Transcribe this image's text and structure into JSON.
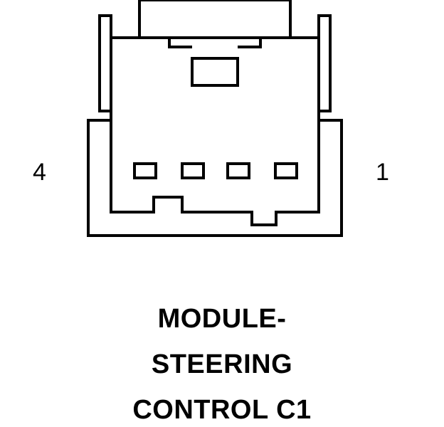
{
  "pin_labels": {
    "left": "4",
    "right": "1"
  },
  "caption": {
    "line1": "MODULE-",
    "line2": "STEERING",
    "line3": "CONTROL C1"
  },
  "connector": {
    "pin_count": 4
  },
  "colors": {
    "stroke": "#000000",
    "background": "#ffffff"
  }
}
